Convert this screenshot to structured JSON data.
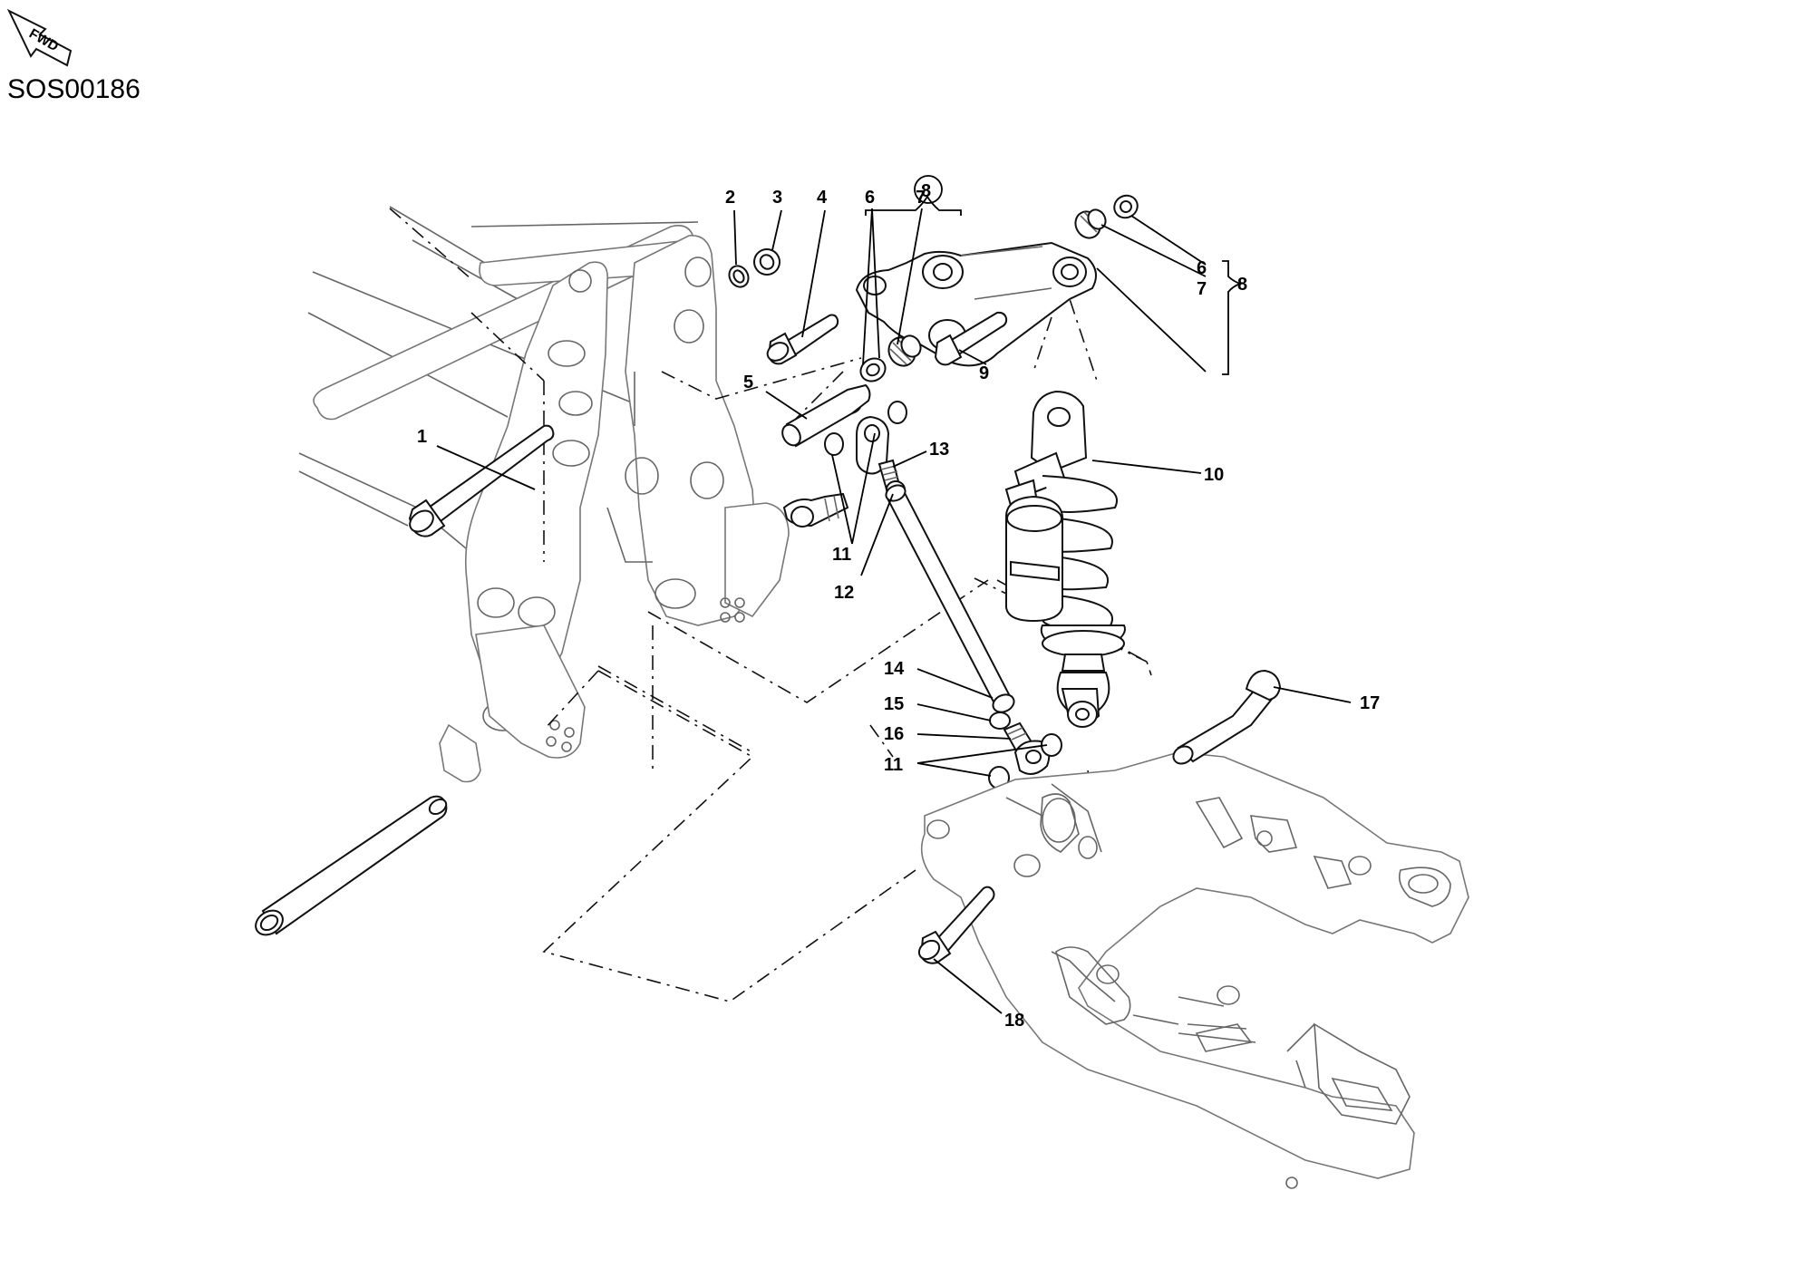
{
  "header": {
    "fwd_label": "FWD",
    "diagram_code": "SOS00186"
  },
  "callouts": [
    {
      "id": "c1",
      "label": "1"
    },
    {
      "id": "c2",
      "label": "2"
    },
    {
      "id": "c3",
      "label": "3"
    },
    {
      "id": "c4",
      "label": "4"
    },
    {
      "id": "c5",
      "label": "5"
    },
    {
      "id": "c6a",
      "label": "6"
    },
    {
      "id": "c7a",
      "label": "7"
    },
    {
      "id": "c8circle",
      "label": "8"
    },
    {
      "id": "c6b",
      "label": "6"
    },
    {
      "id": "c7b",
      "label": "7"
    },
    {
      "id": "c8b",
      "label": "8"
    },
    {
      "id": "c9",
      "label": "9"
    },
    {
      "id": "c10",
      "label": "10"
    },
    {
      "id": "c11a",
      "label": "11"
    },
    {
      "id": "c12",
      "label": "12"
    },
    {
      "id": "c13",
      "label": "13"
    },
    {
      "id": "c14",
      "label": "14"
    },
    {
      "id": "c15",
      "label": "15"
    },
    {
      "id": "c16",
      "label": "16"
    },
    {
      "id": "c11b",
      "label": "11"
    },
    {
      "id": "c17",
      "label": "17"
    },
    {
      "id": "c18",
      "label": "18"
    }
  ]
}
